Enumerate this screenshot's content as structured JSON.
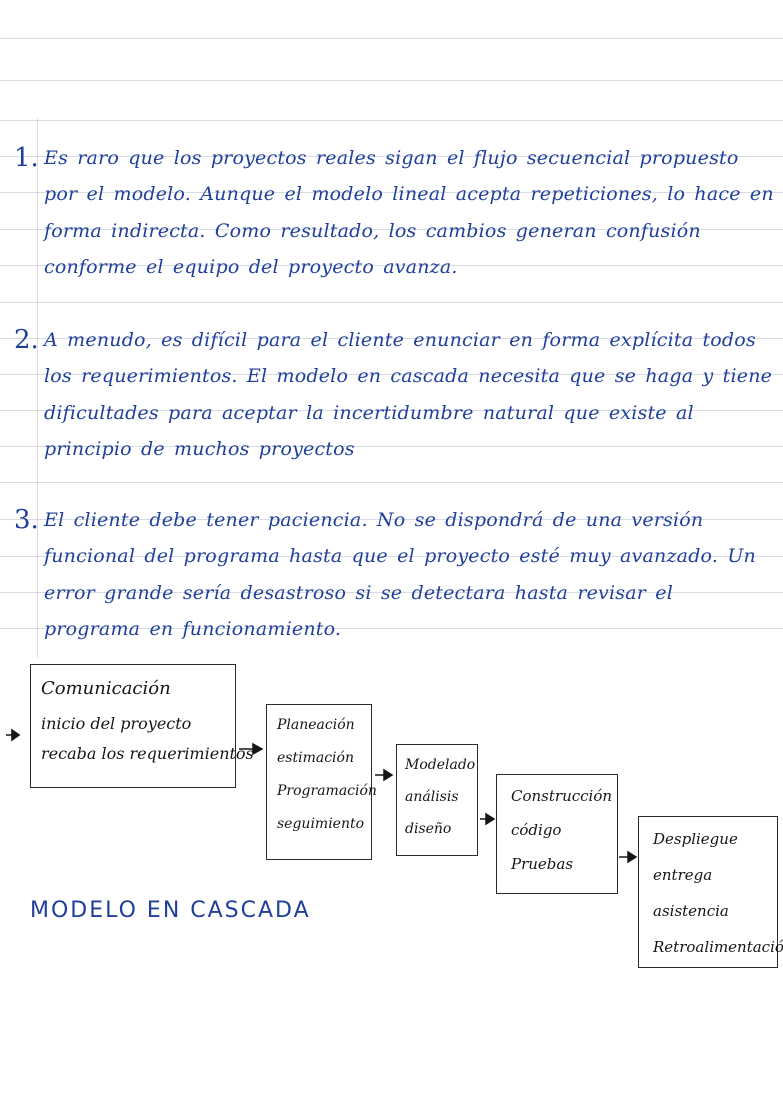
{
  "paragraphs": [
    {
      "number": "1.",
      "text": "Es raro que los proyectos reales sigan el flujo secuencial propuesto por el modelo. Aunque el modelo lineal acepta repeticiones, lo hace en forma indirecta. Como resultado, los cambios generan confusión conforme el equipo del proyecto avanza."
    },
    {
      "number": "2.",
      "text": "A menudo, es difícil para el cliente enunciar en forma explícita todos los requerimientos. El modelo en cascada necesita que se haga y tiene dificultades para aceptar la incertidumbre natural que existe al principio de muchos proyectos"
    },
    {
      "number": "3.",
      "text": "El cliente debe tener paciencia. No se dispondrá de una versión funcional del programa hasta que el proyecto esté muy avanzado. Un error grande sería desastroso si se detectara hasta revisar el programa en funcionamiento."
    }
  ],
  "diagram": {
    "boxes": [
      {
        "lines": [
          "Comunicación",
          "inicio del proyecto",
          "recaba los requerimientos"
        ]
      },
      {
        "lines": [
          "Planeación",
          "estimación",
          "Programación",
          "seguimiento"
        ]
      },
      {
        "lines": [
          "Modelado",
          "análisis",
          "diseño"
        ]
      },
      {
        "lines": [
          "Construcción",
          "código",
          "Pruebas"
        ]
      },
      {
        "lines": [
          "Despliegue",
          "entrega",
          "asistencia",
          "Retroalimentación"
        ]
      }
    ],
    "title": "MODELO EN CASCADA"
  },
  "colors": {
    "ink": "#1f3f9a",
    "pencil": "#161616",
    "rule": "#d6dbe4"
  }
}
